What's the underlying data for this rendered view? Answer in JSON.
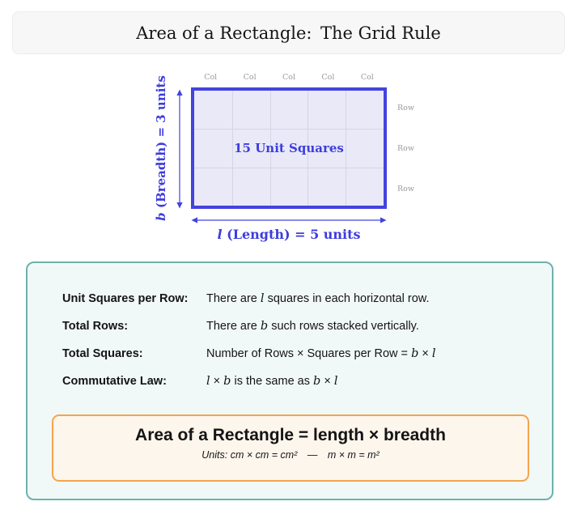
{
  "title": "Area of a Rectangle: The Grid Rule",
  "diagram": {
    "cols": 5,
    "rows": 3,
    "col_label": "Col",
    "row_label": "Row",
    "center_label": "15 Unit Squares",
    "breadth_parts": [
      {
        "t": "b",
        "i": true
      },
      {
        "t": " (Breadth) = 3 units"
      }
    ],
    "length_parts": [
      {
        "t": "l",
        "i": true
      },
      {
        "t": " (Length) = 5 units"
      }
    ]
  },
  "facts": [
    {
      "label": "Unit Squares per Row:",
      "parts": [
        {
          "t": "There are "
        },
        {
          "t": "l",
          "i": true
        },
        {
          "t": " squares in each horizontal row."
        }
      ]
    },
    {
      "label": "Total Rows:",
      "parts": [
        {
          "t": "There are "
        },
        {
          "t": "b",
          "i": true
        },
        {
          "t": " such rows stacked vertically."
        }
      ]
    },
    {
      "label": "Total Squares:",
      "parts": [
        {
          "t": "Number of Rows × Squares per Row = "
        },
        {
          "t": "b",
          "i": true
        },
        {
          "t": " × "
        },
        {
          "t": "l",
          "i": true
        }
      ]
    },
    {
      "label": "Commutative Law:",
      "parts": [
        {
          "t": "l",
          "i": true
        },
        {
          "t": " × "
        },
        {
          "t": "b",
          "i": true
        },
        {
          "t": " is the same as "
        },
        {
          "t": "b",
          "i": true
        },
        {
          "t": " × "
        },
        {
          "t": "l",
          "i": true
        }
      ]
    }
  ],
  "formula": {
    "headline": "Area of a Rectangle = length × breadth",
    "units_line": "Units: cm × cm = cm² — m × m = m²"
  },
  "colors": {
    "blue": "#4343de",
    "blue_text": "#3d3ddd",
    "rect_fill": "#e9e9f8",
    "grid_line": "#d5d5e3",
    "gray_label": "#9b9b9b",
    "teal_border": "#6cb2ac",
    "teal_fill": "#f1f9f8",
    "orange_border": "#f5a34c",
    "orange_fill": "#fdf6ed",
    "title_bg": "#f7f7f7",
    "title_border": "#ececec",
    "ink": "#141414"
  }
}
